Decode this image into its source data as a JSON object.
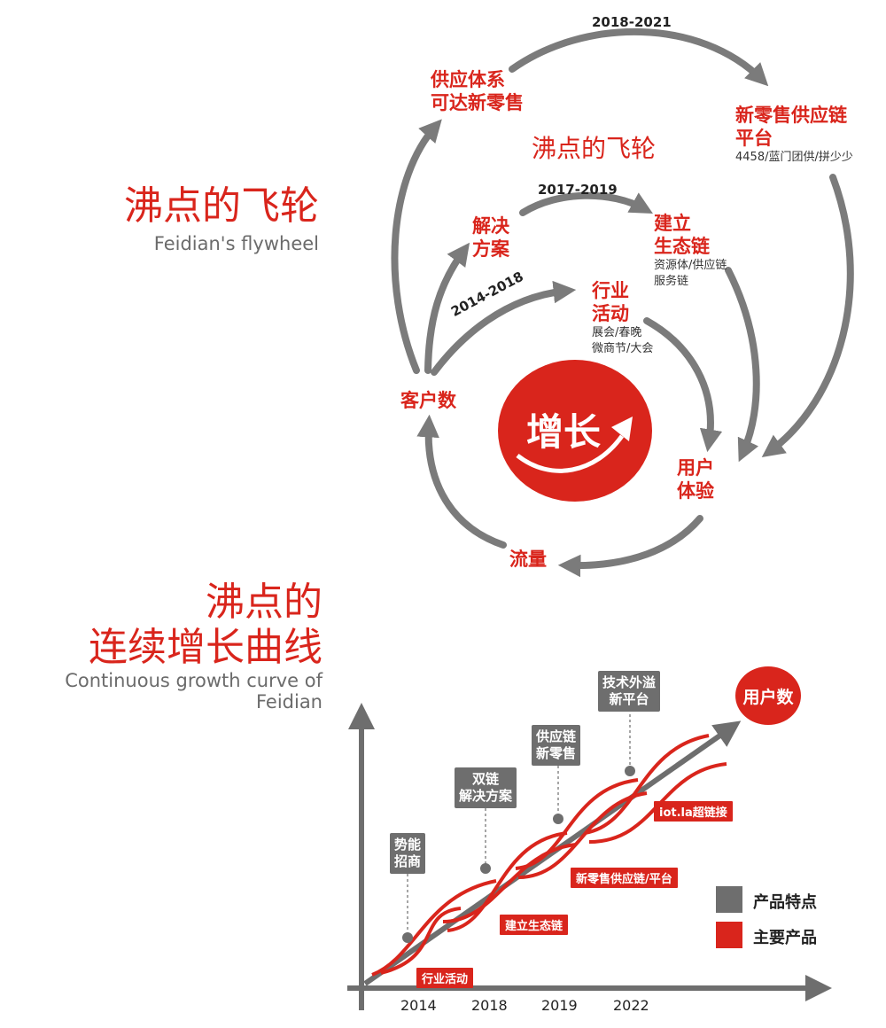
{
  "flywheel": {
    "title_cn": "沸点的飞轮",
    "title_en": "Feidian's flywheel",
    "inner_title": "沸点的飞轮",
    "center": "增长",
    "years": {
      "outer": "2018-2021",
      "middle": "2017-2019",
      "inner": "2014-2018"
    },
    "nodes": {
      "supply": {
        "label": "供应体系\n可达新零售"
      },
      "newretail": {
        "label": "新零售供应链\n平台",
        "note": "4458/蓝门团供/拼少少"
      },
      "solution": {
        "label": "解决\n方案"
      },
      "ecosystem": {
        "label": "建立\n生态链",
        "note": "资源体/供应链\n服务链"
      },
      "activity": {
        "label": "行业\n活动",
        "note": "展会/春晚\n微商节/大会"
      },
      "customers": {
        "label": "客户数"
      },
      "ux": {
        "label": "用户\n体验"
      },
      "traffic": {
        "label": "流量"
      }
    }
  },
  "growth": {
    "title_cn_line1": "沸点的",
    "title_cn_line2": "连续增长曲线",
    "title_en": "Continuous growth curve of Feidian",
    "end_label": "用户数",
    "features": [
      "势能\n招商",
      "双链\n解决方案",
      "供应链\n新零售",
      "技术外溢\n新平台"
    ],
    "products": [
      "行业活动",
      "建立生态链",
      "新零售供应链/平台",
      "iot.la超链接"
    ],
    "x_ticks": [
      "2014",
      "2018",
      "2019",
      "2022"
    ],
    "legend": {
      "feature": "产品特点",
      "product": "主要产品"
    },
    "colors": {
      "feature": "#6e6e6e",
      "product": "#d9251c"
    }
  }
}
